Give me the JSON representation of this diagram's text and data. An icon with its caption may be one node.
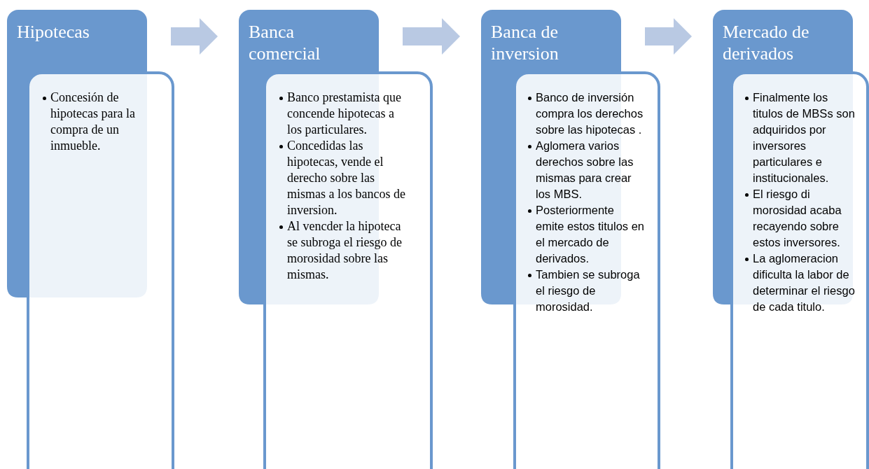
{
  "diagram": {
    "nodes": [
      {
        "text": [
          "Hipotecas"
        ]
      },
      {
        "text": [
          "Concesión de hipotecas para la compra de un inmueble."
        ]
      },
      {
        "text": [
          "Banca comercial"
        ]
      },
      {
        "text": [
          "Banco prestamista que concende hipotecas a los particulares.",
          "Concedidas las hipotecas, vende el derecho sobre las mismas a los bancos de inversion.",
          "Al vencder la hipoteca se subroga el riesgo de morosidad sobre las mismas."
        ]
      },
      {
        "text": [
          "Banca de inversion"
        ]
      },
      {
        "text": [
          "Banco de inversión compra los derechos sobre las hipotecas .",
          "Aglomera varios derechos sobre las mismas para crear los MBS.",
          "Posteriormente emite estos titulos en el mercado de derivados.",
          "Tambien se subroga el riesgo de morosidad."
        ]
      },
      {
        "text": [
          "Mercado de derivados"
        ]
      },
      {
        "text": [
          "Finalmente los titulos de MBSs son adquiridos por inversores particulares e institucionales.",
          "El riesgo di morosidad acaba recayendo sobre estos inversores.",
          "La aglomeracion dificulta la labor de determinar el riesgo de cada titulo."
        ]
      }
    ],
    "edges": [
      {
        "from": 0,
        "to": 2,
        "arrow": "to"
      },
      {
        "from": 2,
        "to": 4,
        "arrow": "to"
      },
      {
        "from": 4,
        "to": 6,
        "arrow": "to"
      }
    ]
  }
}
